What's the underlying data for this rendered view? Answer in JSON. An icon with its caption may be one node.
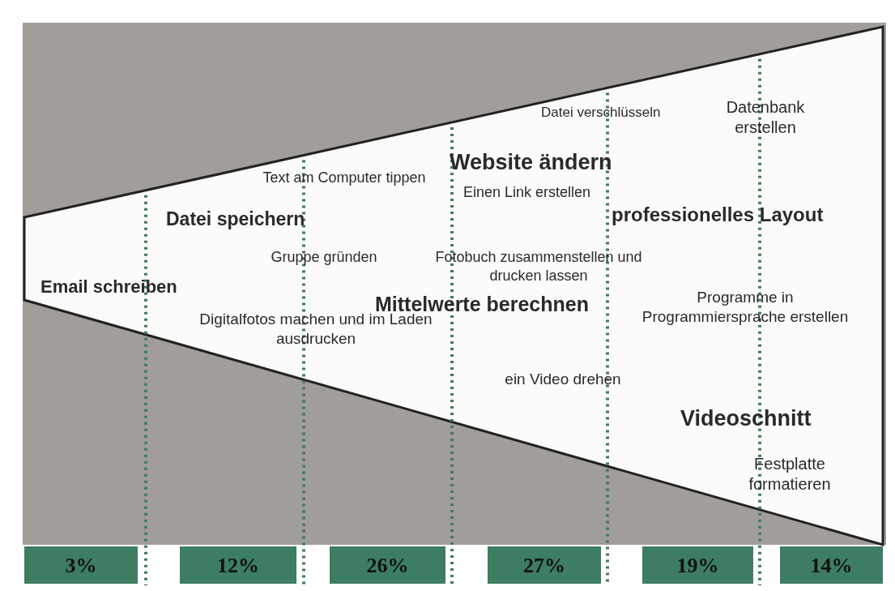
{
  "diagram": {
    "nodes": [
      {
        "text": [
          "3%"
        ]
      },
      {
        "text": [
          "12%"
        ]
      },
      {
        "text": [
          "26%"
        ]
      },
      {
        "text": [
          "27%"
        ]
      },
      {
        "text": [
          "19%"
        ]
      },
      {
        "text": [
          "14%"
        ]
      }
    ],
    "labels": [
      "Datei verschlüsseln",
      "Datenbank erstellen",
      "Website ändern",
      "Text am Computer tippen",
      "Einen Link erstellen",
      "Datei speichern",
      "professionelles Layout",
      "Gruppe gründen",
      "Fotobuch zusammenstellen und drucken lassen",
      "Email schreiben",
      "Mittelwerte berechnen",
      "Programme in Programmiersprache erstellen",
      "Digitalfotos machen und im Laden ausdrucken",
      "ein Video drehen",
      "Videoschnitt",
      "Festplatte formatieren"
    ]
  }
}
